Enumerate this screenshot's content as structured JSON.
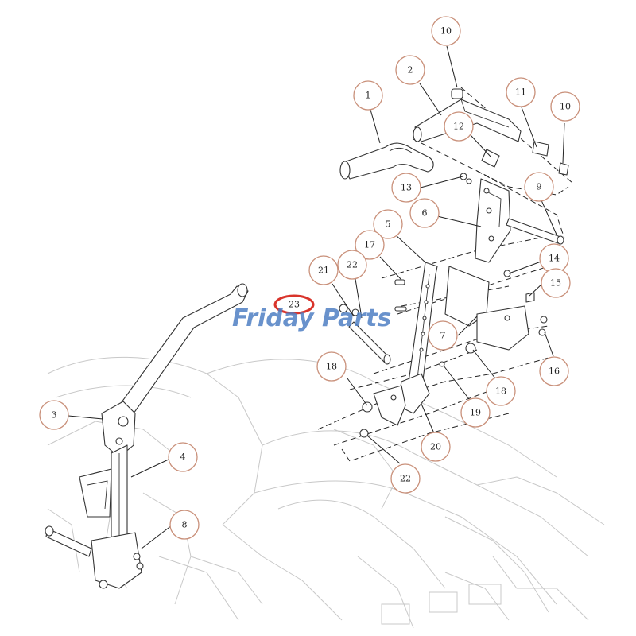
{
  "watermark": {
    "word1": "Friday",
    "word2": "Parts"
  },
  "callouts": [
    {
      "id": "1",
      "label": "1"
    },
    {
      "id": "2",
      "label": "2"
    },
    {
      "id": "3",
      "label": "3"
    },
    {
      "id": "4",
      "label": "4"
    },
    {
      "id": "5",
      "label": "5"
    },
    {
      "id": "6",
      "label": "6"
    },
    {
      "id": "7",
      "label": "7"
    },
    {
      "id": "8",
      "label": "8"
    },
    {
      "id": "9",
      "label": "9"
    },
    {
      "id": "10a",
      "label": "10"
    },
    {
      "id": "10b",
      "label": "10"
    },
    {
      "id": "11",
      "label": "11"
    },
    {
      "id": "12",
      "label": "12"
    },
    {
      "id": "13",
      "label": "13"
    },
    {
      "id": "14",
      "label": "14"
    },
    {
      "id": "15",
      "label": "15"
    },
    {
      "id": "16",
      "label": "16"
    },
    {
      "id": "17",
      "label": "17"
    },
    {
      "id": "18a",
      "label": "18"
    },
    {
      "id": "18b",
      "label": "18"
    },
    {
      "id": "19",
      "label": "19"
    },
    {
      "id": "20",
      "label": "20"
    },
    {
      "id": "21",
      "label": "21"
    },
    {
      "id": "22a",
      "label": "22"
    },
    {
      "id": "22b",
      "label": "22"
    },
    {
      "id": "23",
      "label": "23"
    }
  ],
  "colors": {
    "callout_ring": "#c9907a",
    "highlight_ring": "#d9342b",
    "watermark": "#4f7fc4",
    "line": "#333333"
  }
}
